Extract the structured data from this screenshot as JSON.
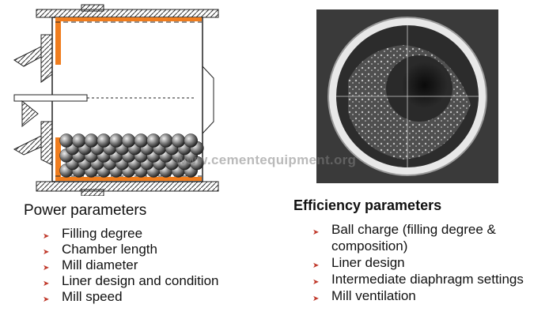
{
  "watermark": "www.cementequipment.org",
  "power": {
    "heading": "Power parameters",
    "items": [
      "Filling degree",
      "Chamber length",
      "Mill diameter",
      "Liner design and condition",
      "Mill speed"
    ]
  },
  "efficiency": {
    "heading": "Efficiency parameters",
    "items": [
      "Ball charge (filling degree &",
      "composition)",
      "Liner design",
      "Intermediate diaphragm settings",
      "Mill ventilation"
    ]
  },
  "colors": {
    "liner": "#f07d1e",
    "bullet": "#c0392b",
    "photo_bg": "#3a3a3a"
  }
}
